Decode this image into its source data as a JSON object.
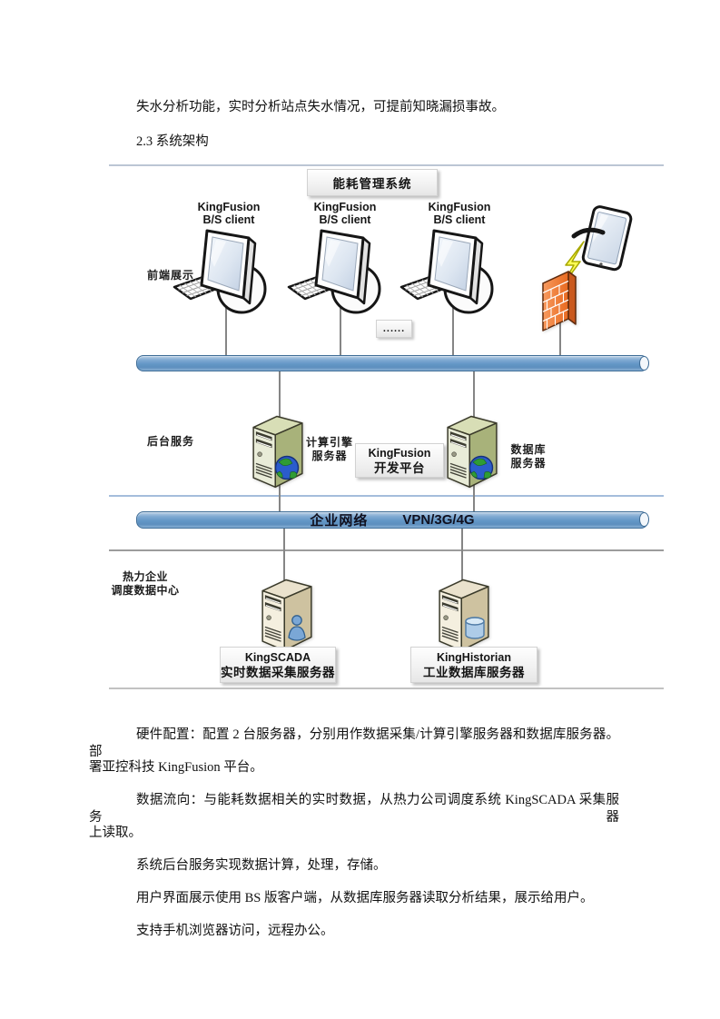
{
  "page": {
    "intro_text": "失水分析功能，实时分析站点失水情况，可提前知晓漏损事故。",
    "section_heading": "2.3 系统架构",
    "body_lines": [
      "硬件配置：配置 2 台服务器，分别用作数据采集/计算引擎服务器和数据库服务器。部",
      "署亚控科技 KingFusion 平台。",
      "数据流向：与能耗数据相关的实时数据，从热力公司调度系统 KingSCADA 采集服务器",
      "上读取。",
      "系统后台服务实现数据计算，处理，存储。",
      "用户界面展示使用 BS 版客户端，从数据库服务器读取分析结果，展示给用户。",
      "支持手机浏览器访问，远程办公。"
    ]
  },
  "diagram": {
    "title": "能耗管理系统",
    "clients": {
      "line1": "KingFusion",
      "line2": "B/S client"
    },
    "ellipsis": "......",
    "zone_labels": {
      "frontend": "前端展示",
      "backend": "后台服务",
      "datacenter_line1": "热力企业",
      "datacenter_line2": "调度数据中心"
    },
    "compute_server": {
      "line1": "计算引擎",
      "line2": "服务器"
    },
    "kingfusion_platform": {
      "line1": "KingFusion",
      "line2": "开发平台"
    },
    "database_server": {
      "line1": "数据库",
      "line2": "服务器"
    },
    "network_bus": {
      "cn": "企业网络",
      "en": "VPN/3G/4G"
    },
    "scada_server": {
      "line1": "KingSCADA",
      "line2": "实时数据采集服务器"
    },
    "historian_server": {
      "line1": "KingHistorian",
      "line2": "工业数据库服务器"
    },
    "icons": [
      "workstation-icon",
      "monitor-icon",
      "keyboard-icon",
      "tablet-icon",
      "stylus-icon",
      "firewall-icon",
      "lightning-icon",
      "network-pipe",
      "compute-server-icon",
      "globe-icon",
      "database-server-icon",
      "scada-server-icon",
      "user-icon",
      "historian-server-icon",
      "database-cylinder-icon"
    ],
    "colors": {
      "bus_blue": "#6397c6",
      "server_green": "#a8b27a",
      "server_tan": "#cec2a0",
      "firewall_orange": "#ef7f3d",
      "lightning_yellow": "#ffff54",
      "divider_blue": "#a5bddc",
      "divider_gray": "#9c9c9c"
    }
  }
}
